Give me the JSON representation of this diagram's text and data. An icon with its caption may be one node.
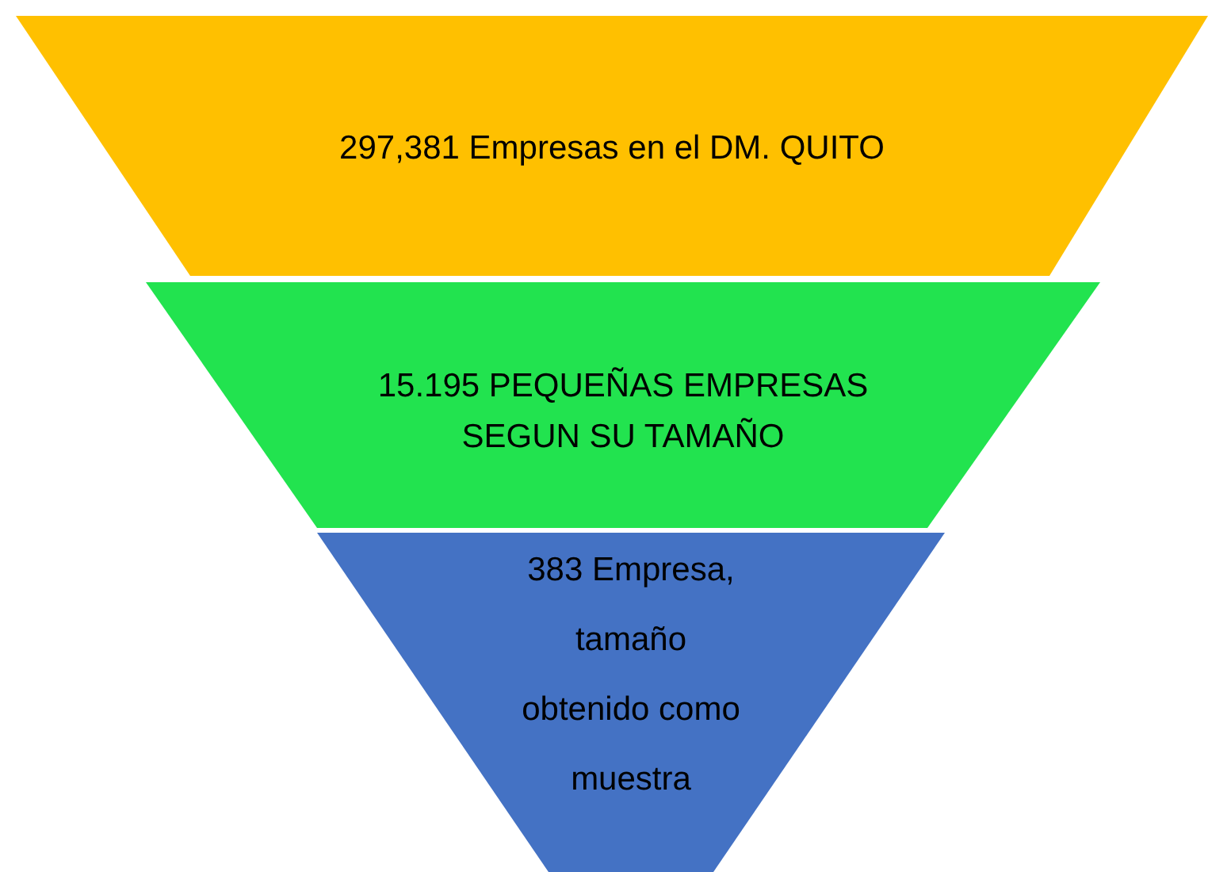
{
  "diagram": {
    "nodes": [
      {
        "text": [
          "297,381 Empresas en el DM. QUITO"
        ]
      },
      {
        "text": [
          "15.195 PEQUEÑAS EMPRESAS SEGUN SU TAMAÑO"
        ]
      },
      {
        "text": [
          "383 Empresa, tamaño obtenido como muestra"
        ]
      }
    ]
  }
}
